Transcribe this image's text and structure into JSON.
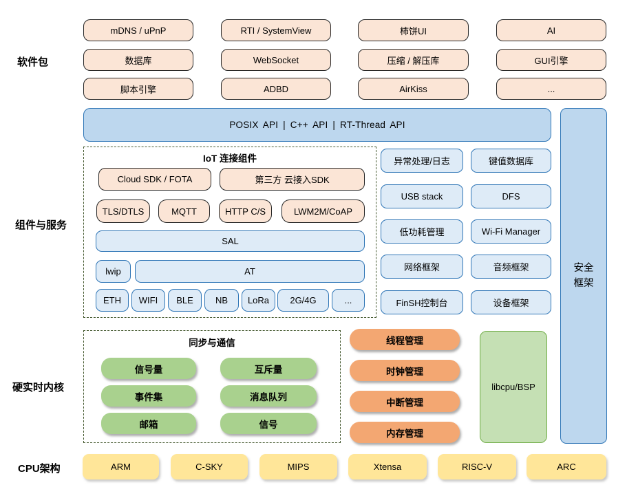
{
  "section_labels": {
    "software_packages": "软件包",
    "components_services": "组件与服务",
    "realtime_kernel": "硬实时内核",
    "cpu_arch": "CPU架构"
  },
  "software_packages": {
    "items": [
      "mDNS / uPnP",
      "RTI / SystemView",
      "柿饼UI",
      "AI",
      "数据库",
      "WebSocket",
      "压缩 / 解压库",
      "GUI引擎",
      "脚本引擎",
      "ADBD",
      "AirKiss",
      "..."
    ]
  },
  "api_bar": {
    "label": "POSIX API | C++ API | RT-Thread API"
  },
  "security_framework": {
    "label": "安全框架"
  },
  "iot": {
    "title": "IoT 连接组件",
    "cloud_sdk": "Cloud SDK / FOTA",
    "third_party_sdk": "第三方 云接入SDK",
    "protocols": [
      "TLS/DTLS",
      "MQTT",
      "HTTP C/S",
      "LWM2M/CoAP"
    ],
    "sal": "SAL",
    "lwip": "lwip",
    "at": "AT",
    "links": [
      "ETH",
      "WIFI",
      "BLE",
      "NB",
      "LoRa",
      "2G/4G",
      "..."
    ]
  },
  "services": {
    "items": [
      "异常处理/日志",
      "键值数据库",
      "USB stack",
      "DFS",
      "低功耗管理",
      "Wi-Fi Manager",
      "网络框架",
      "音频框架",
      "FinSH控制台",
      "设备框架"
    ]
  },
  "sync_ipc": {
    "title": "同步与通信",
    "items": [
      "信号量",
      "互斥量",
      "事件集",
      "消息队列",
      "邮箱",
      "信号"
    ]
  },
  "kernel_mgmt": {
    "items": [
      "线程管理",
      "时钟管理",
      "中断管理",
      "内存管理"
    ]
  },
  "libcpu": {
    "label": "libcpu/BSP"
  },
  "cpu_archs": {
    "items": [
      "ARM",
      "C-SKY",
      "MIPS",
      "Xtensa",
      "RISC-V",
      "ARC"
    ]
  },
  "colors": {
    "peach": "#FBE5D6",
    "blue_medium": "#BDD7EE",
    "blue_light": "#DEEBF7",
    "blue_border": "#2E75B6",
    "green": "#A9D18E",
    "green_light": "#C5E0B4",
    "green_border": "#70AD47",
    "orange": "#F3A772",
    "yellow": "#FFE699",
    "dash_border": "#44582E"
  }
}
